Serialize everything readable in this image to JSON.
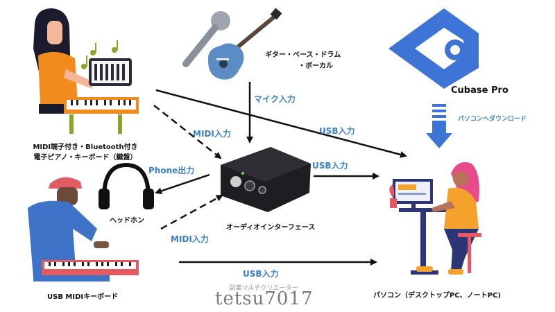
{
  "nodes": {
    "piano_label_line1": "MIDI端子付き・Bluetooth付き",
    "piano_label_line2": "電子ピアノ・キーボード（鍵盤）",
    "instruments_label_line1": "ギター・ベース・ドラム",
    "instruments_label_line2": "・ボーカル",
    "cubase_label": "Cubase Pro",
    "headphones_label": "ヘッドホン",
    "interface_label": "オーディオインターフェース",
    "usb_keyboard_label": "USB MIDIキーボード",
    "pc_label": "パソコン（デスクトップPC、ノートPC)"
  },
  "edges": {
    "mic_input": "マイク入力",
    "midi_input_top": "MIDI入力",
    "usb_input_piano_pc": "USB入力",
    "download_to_pc": "パソコンへダウンロード",
    "phone_output": "Phone出力",
    "usb_input_interface_pc": "USB入力",
    "midi_input_bottom": "MIDI入力",
    "usb_input_keyboard_pc": "USB入力"
  },
  "watermark": {
    "subtitle": "副業マルチクリエーター",
    "name": "tetsu7017"
  },
  "colors": {
    "accent_blue": "#3a7fd0",
    "cubase_blue": "#3e74d6",
    "arrow": "#111111"
  }
}
